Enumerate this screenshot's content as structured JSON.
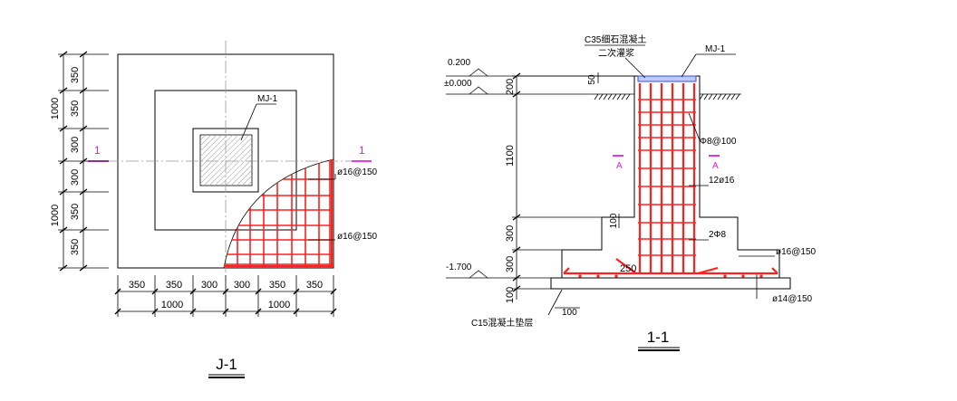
{
  "plan": {
    "title": "J-1",
    "embed_label": "MJ-1",
    "section_mark": "1",
    "rebar_label_1": "ø16@150",
    "rebar_label_2": "ø16@150",
    "left_dims": [
      "350",
      "350",
      "300",
      "300",
      "350",
      "350"
    ],
    "left_totals": [
      "1000",
      "1000"
    ],
    "bottom_dims": [
      "350",
      "350",
      "300",
      "300",
      "350",
      "350"
    ],
    "bottom_totals": [
      "1000",
      "1000"
    ]
  },
  "section": {
    "title": "1-1",
    "grout_label_1": "C35细石混凝土",
    "grout_label_2": "二次灌浆",
    "embed_label": "MJ-1",
    "elev_top": "0.200",
    "elev_zero": "±0.000",
    "elev_bottom": "-1.700",
    "dim_50": "50",
    "dim_200": "200",
    "dim_1100": "1100",
    "dim_100_step": "100",
    "dim_300_a": "300",
    "dim_300_b": "300",
    "dim_100_base": "100",
    "dim_250": "250",
    "dim_100_pad": "100",
    "stirrup_label": "Φ8@100",
    "long_bar_label": "12ø16",
    "tie_label": "2Φ8",
    "bottom_bar_label": "ø16@150",
    "base_bar_label": "ø14@150",
    "cushion_label": "C15混凝土垫层",
    "cut_mark": "A"
  },
  "colors": {
    "rebar": "#ff2020",
    "section_mark": "#e020e0"
  }
}
